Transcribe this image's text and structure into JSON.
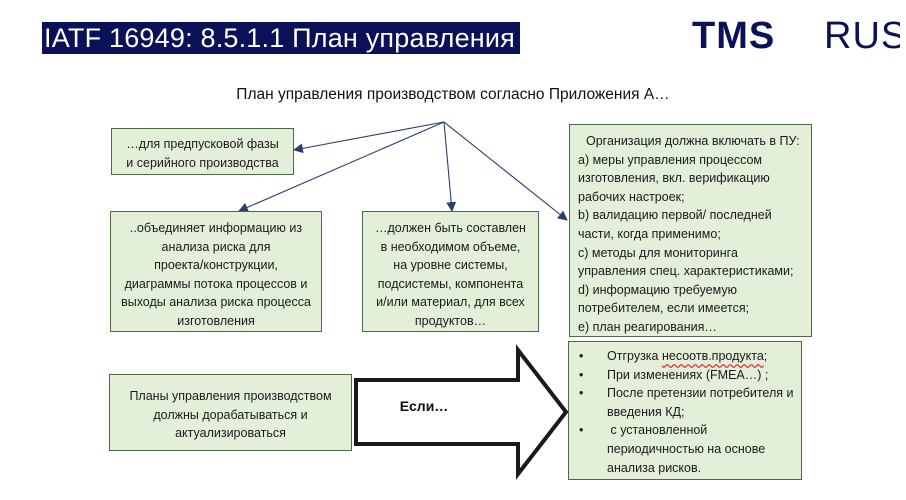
{
  "header": {
    "title": "IATF 16949: 8.5.1.1 План управления",
    "logo": {
      "tms": "TMS",
      "rus": "RUS",
      "brand_color": "#0b1157"
    }
  },
  "subtitle": "План управления производством согласно Приложения А…",
  "boxes": {
    "phases": {
      "lines": [
        "…для предпусковой фазы",
        "и серийного производства"
      ]
    },
    "combines": {
      "lines": [
        "..объединяет информацию из",
        "анализа риска для",
        "проекта/конструкции,",
        "диаграммы потока процессов и",
        "выходы анализа риска процесса",
        "изготовления"
      ]
    },
    "scope": {
      "lines": [
        "…должен быть составлен",
        "в необходимом объеме,",
        "на уровне системы,",
        "подсистемы, компонента",
        "и/или материал, для всех",
        "продуктов…"
      ]
    },
    "include": {
      "lines": [
        "Организация должна включать в ПУ:",
        "a) меры управления процессом",
        "изготовления, вкл. верификацию",
        "рабочих настроек;",
        "b) валидацию  первой/ последней",
        "части, когда применимо;",
        "c) методы для мониторинга",
        "управления спец. характеристиками;",
        "d) информацию требуемую",
        "потребителем, если имеется;",
        "e)  план реагирования…"
      ]
    },
    "update": {
      "lines": [
        "Планы управления производством",
        "должны дорабатываться и",
        "актуализироваться"
      ]
    },
    "conditions": {
      "bullet": "•",
      "items": [
        {
          "pre": "Отгрузка ",
          "wavy": "несоотв.продукта",
          "post": ";"
        },
        {
          "pre": "При изменениях (FMEA…) ;"
        },
        {
          "pre": "После претензии потребителя и"
        },
        {
          "pre": "введения КД;",
          "continuation": true
        },
        {
          "pre": " с установленной"
        },
        {
          "pre": "периодичностью на основе",
          "continuation": true
        },
        {
          "pre": "анализа рисков.",
          "continuation": true
        }
      ]
    }
  },
  "arrow_label": "Если…",
  "colors": {
    "box_fill": "#e4efd9",
    "box_border": "#4e6a41",
    "arrow": "#2c3e6b"
  }
}
